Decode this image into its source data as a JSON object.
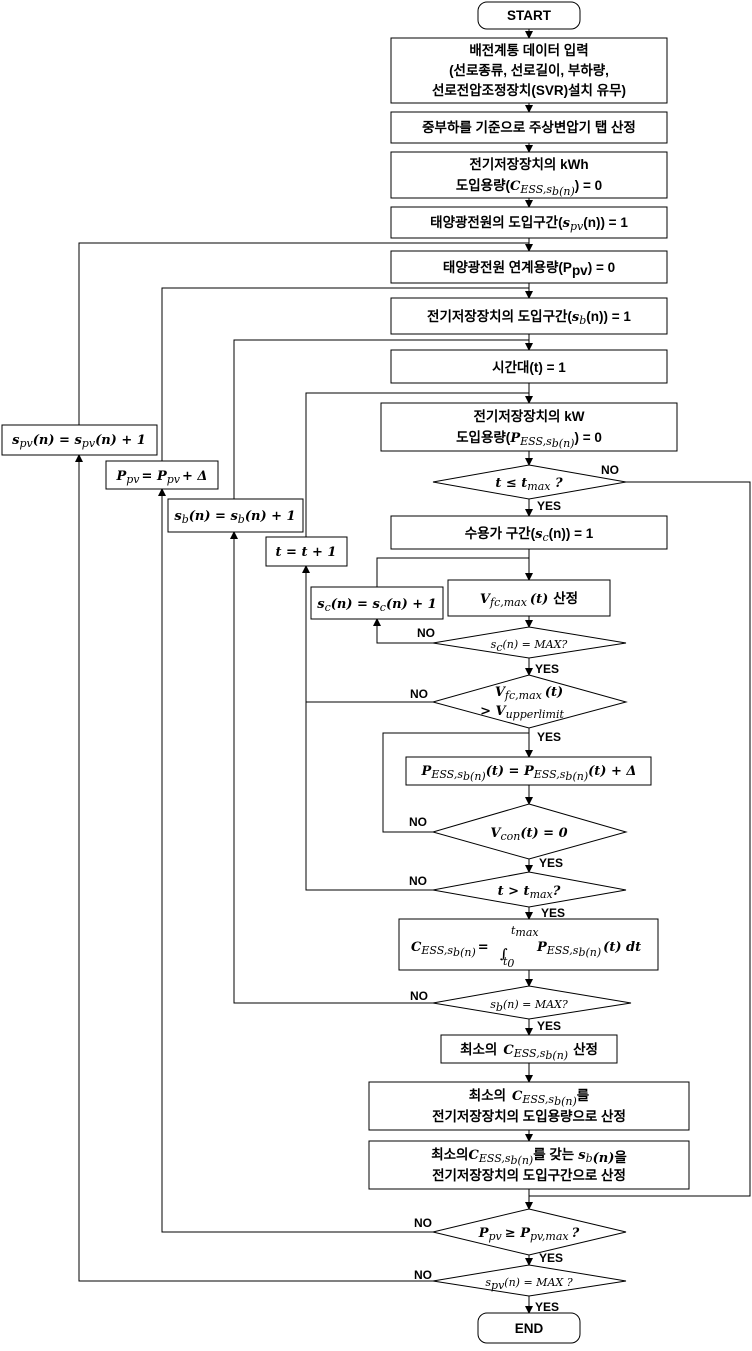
{
  "nodes": {
    "start": "START",
    "input_line1": "배전계통 데이터 입력",
    "input_line2": "(선로종류, 선로길이, 부하량,",
    "input_line3": "선로전압조정장치(SVR)설치 유무)",
    "tap": "중부하를 기준으로 주상변압기 탭 산정",
    "ess_kwh_line1": "전기저장장치의 kWh",
    "ess_kwh_line2a": "도입용량(",
    "ess_kwh_math": "C",
    "ess_kwh_sub": "ESS,s",
    "ess_kwh_sub2": "b(n)",
    "ess_kwh_line2b": ") = 0",
    "pv_section_a": "태양광전원의 도입구간(",
    "pv_section_math": "s",
    "pv_section_sub": "pv",
    "pv_section_b": "(n)) = 1",
    "pv_capacity": "태양광전원 연계용량(P",
    "pv_capacity_sub": "pv",
    "pv_capacity_b": ") = 0",
    "ess_section_a": "전기저장장치의 도입구간(",
    "ess_section_math": "s",
    "ess_section_sub": "b",
    "ess_section_b": "(n)) = 1",
    "time": "시간대(t) = 1",
    "ess_kw_line1": "전기저장장치의 kW",
    "ess_kw_line2a": "도입용량(",
    "ess_kw_math": "P",
    "ess_kw_sub": "ESS,s",
    "ess_kw_sub2": "b(n)",
    "ess_kw_line2b": ") = 0",
    "dec_tmax": "t ≤ t",
    "dec_tmax_sub": "max",
    "dec_tmax_q": " ?",
    "customer_a": "수용가 구간(",
    "customer_math": "s",
    "customer_sub": "c",
    "customer_b": "(n)) = 1",
    "vfc_a": "V",
    "vfc_sub": "fc,max",
    "vfc_b": "(t)",
    "vfc_c": "산정",
    "dec_sc": "s",
    "dec_sc_sub": "c",
    "dec_sc_b": "(n) = MAX?",
    "dec_vfc_line1": "V",
    "dec_vfc_line1_sub": "fc,max",
    "dec_vfc_line1_b": "(t)",
    "dec_vfc_line2": "> V",
    "dec_vfc_line2_sub": "upperlimit",
    "pess_update": "P",
    "pess_sub": "ESS,s",
    "pess_sub2": "b(n)",
    "pess_mid": "(t) = P",
    "pess_end": "(t) + Δ",
    "dec_vcon": "V",
    "dec_vcon_sub": "con",
    "dec_vcon_b": "(t) = 0",
    "dec_tgt": "t > t",
    "dec_tgt_sub": "max",
    "dec_tgt_q": "?",
    "integral_lhs": "C",
    "integral_lhs_sub": "ESS,s",
    "integral_lhs_sub2": "b(n)",
    "integral_eq": "=",
    "integral_upper": "t",
    "integral_upper_sub": "max",
    "integral_lower": "t",
    "integral_lower_sub": "0",
    "integral_body": "P",
    "integral_body_sub": "ESS,s",
    "integral_body_sub2": "b(n)",
    "integral_tail": "(t) dt",
    "dec_sb": "s",
    "dec_sb_sub": "b",
    "dec_sb_b": "(n) = MAX?",
    "min_a": "최소의",
    "min_math": "C",
    "min_sub": "ESS,s",
    "min_sub2": "b(n)",
    "min_b": "산정",
    "min_cap_line1a": "최소의",
    "min_cap_line1b": "를",
    "min_cap_line2": "전기저장장치의 도입용량으로 산정",
    "min_sec_line1a": "최소의",
    "min_sec_line1b": "를 갖는",
    "min_sec_line1c": "을",
    "min_sec_line2": "전기저장장치의 도입구간으로 산정",
    "dec_ppv": "P",
    "dec_ppv_sub": "pv",
    "dec_ppv_b": "≥ P",
    "dec_ppv_sub2": "pv,max",
    "dec_ppv_q": "?",
    "dec_spv": "s",
    "dec_spv_sub": "pv",
    "dec_spv_b": "(n) = MAX ?",
    "end": "END"
  },
  "loop_boxes": {
    "spv_inc_a": "s",
    "spv_inc_sub": "pv",
    "spv_inc_b": "(n) = s",
    "spv_inc_c": "(n) + 1",
    "ppv_inc_a": "P",
    "ppv_inc_sub": "pv",
    "ppv_inc_b": "= P",
    "ppv_inc_c": "+ Δ",
    "sb_inc_a": "s",
    "sb_inc_sub": "b",
    "sb_inc_b": "(n) = s",
    "sb_inc_c": "(n) + 1",
    "t_inc": "t = t + 1",
    "sc_inc_a": "s",
    "sc_inc_sub": "c",
    "sc_inc_b": "(n) = s",
    "sc_inc_c": "(n) + 1"
  },
  "labels": {
    "yes": "YES",
    "no": "NO"
  }
}
